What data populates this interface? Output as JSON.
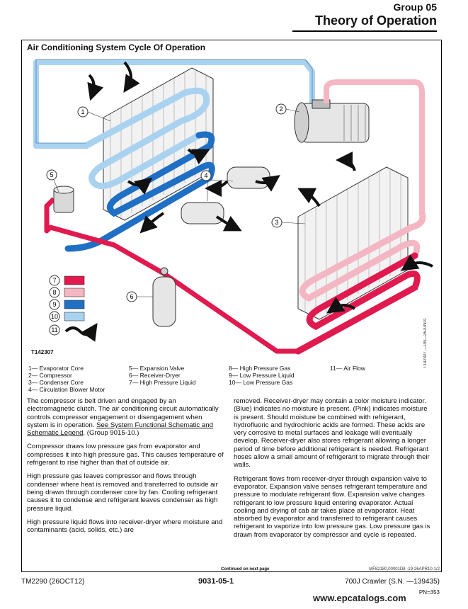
{
  "header": {
    "group": "Group 05",
    "title": "Theory of Operation"
  },
  "figure": {
    "title": "Air Conditioning System Cycle Of Operation",
    "id": "T142307",
    "side_code": "T142307 —UN—26JUN01",
    "callouts": [
      "1",
      "2",
      "3",
      "4",
      "5",
      "6"
    ],
    "legend_keys": [
      {
        "num": "7",
        "color": "#e01a4f"
      },
      {
        "num": "8",
        "color": "#f4b6c2"
      },
      {
        "num": "9",
        "color": "#1f6fc4"
      },
      {
        "num": "10",
        "color": "#a9d2f0"
      },
      {
        "num": "11",
        "color": "arrow"
      }
    ]
  },
  "colors": {
    "high_pressure_gas": "#e01a4f",
    "high_pressure_liquid": "#f4b6c2",
    "low_pressure_liquid": "#a9d2f0",
    "low_pressure_gas": "#1f6fc4"
  },
  "legend": {
    "col1": [
      "1— Evaporator Core",
      "2— Compressor",
      "3— Condenser Core",
      "4— Circulation Blower Motor"
    ],
    "col2": [
      "5— Expansion Valve",
      "6— Receiver-Dryer",
      "7— High Pressure Liquid"
    ],
    "col3": [
      "8— High Pressure Gas",
      "9— Low Pressure Liquid",
      "10— Low Pressure Gas"
    ],
    "col4": [
      "11— Air Flow"
    ]
  },
  "text_left": {
    "p1a": "The compressor is belt driven and engaged by an electromagnetic clutch. The air conditioning circuit automatically controls compressor engagement or disengagement when system is in operation. ",
    "p1_link": "See System Functional Schematic and Schematic Legend",
    "p1b": ". (Group 9015-10.)",
    "p2": "Compressor draws low pressure gas from evaporator and compresses it into high pressure gas. This causes temperature of refrigerant to rise higher than that of outside air.",
    "p3": "High pressure gas leaves compressor and flows through condenser where heat is removed and transferred to outside air being drawn through condenser core by fan. Cooling refrigerant causes it to condense and refrigerant leaves condenser as high pressure liquid.",
    "p4": "High pressure liquid flows into receiver-dryer where moisture and contaminants (acid, solids, etc.) are"
  },
  "text_right": {
    "p1": "removed. Receiver-dryer may contain a color moisture indicator. (Blue) indicates no moisture is present. (Pink) indicates moisture is present. Should moisture be combined with refrigerant, hydrofluoric and hydrochloric acids are formed. These acids are very corrosive to metal surfaces and leakage will eventually develop. Receiver-dryer also stores refrigerant allowing a longer period of time before additional refrigerant is needed. Refrigerant hoses allow a small amount of refrigerant to migrate through their walls.",
    "p2": "Refrigerant flows from receiver-dryer through expansion valve to evaporator. Expansion valve senses refrigerant temperature and pressure to modulate refrigerant flow. Expansion valve changes refrigerant to low pressure liquid entering evaporator. Actual cooling and drying of cab air takes place at evaporator. Heat absorbed by evaporator and transferred to refrigerant causes refrigerant to vaporize into low pressure gas. Low pressure gas is drawn from evaporator by compressor and cycle is repeated."
  },
  "footer": {
    "continued": "Continued on next page",
    "ref": "MF82180,00001D8 -19-26APR10-1/2",
    "manual": "TM2290 (26OCT12)",
    "page": "9031-05-1",
    "machine": "700J Crawler (S.N. —139435)",
    "pn": "PN=353",
    "watermark": "www.epcatalogs.com"
  }
}
